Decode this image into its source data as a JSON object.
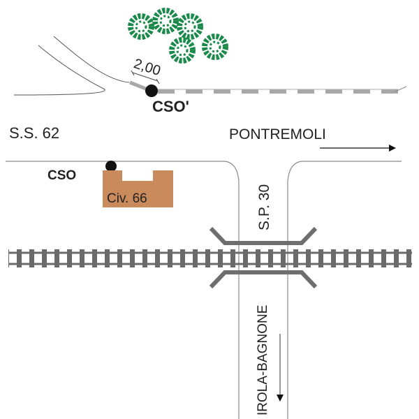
{
  "labels": {
    "road_ss": "S.S. 62",
    "road_sp": "S.P. 30",
    "direction_east": "PONTREMOLI",
    "direction_south": "IROLA-BAGNONE",
    "cso": "CSO",
    "cso_prime": "CSO'",
    "building": "Civ. 66",
    "dimension": "2,00"
  },
  "colors": {
    "tree": "#1a8a4a",
    "building": "#c98a5c",
    "rail": "#6a6a6a",
    "pipe": "#b0b0b0",
    "road": "#8a8a8a",
    "marker": "#111111"
  }
}
